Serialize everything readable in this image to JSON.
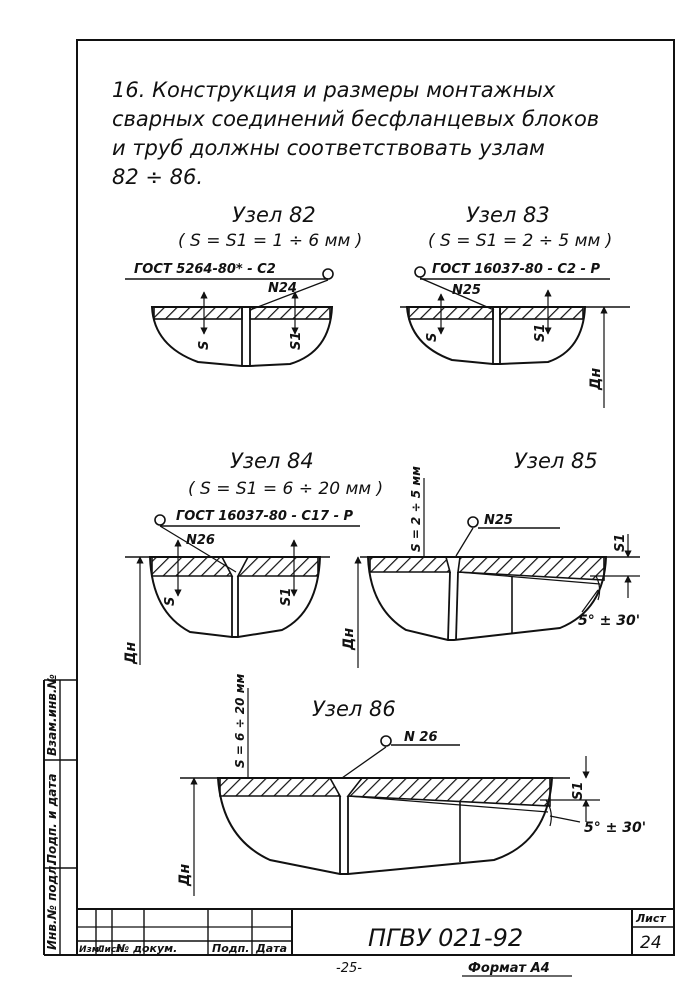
{
  "paragraph": {
    "lines": [
      "16. Конструкция и размеры монтажных",
      "сварных соединений бесфланцевых блоков",
      "и труб  должны соответствовать узлам",
      "82 ÷ 86."
    ]
  },
  "nodes": {
    "n82": {
      "title": "Узел 82",
      "params": "( S = S1 = 1 ÷ 6 мм )",
      "gost": "ГОСТ 5264-80* - С2",
      "weld": "N24",
      "dim_s": "S",
      "dim_s1": "S1"
    },
    "n83": {
      "title": "Узел 83",
      "params": "( S = S1 = 2 ÷ 5 мм )",
      "gost": "ГОСТ 16037-80 - С2 - Р",
      "weld": "N25",
      "dim_s": "S",
      "dim_s1": "S1",
      "dim_dn": "Дн"
    },
    "n84": {
      "title": "Узел 84",
      "params": "( S = S1 = 6 ÷ 20 мм )",
      "gost": "ГОСТ 16037-80 - С17 - Р",
      "weld": "N26",
      "dim_s": "S",
      "dim_s1": "S1",
      "dim_dn": "Дн"
    },
    "n85": {
      "title": "Узел 85",
      "weld": "N25",
      "dim_s": "S = 2 ÷ 5 мм",
      "dim_s1": "S1",
      "angle": "5° ± 30'",
      "dim_dn": "Дн"
    },
    "n86": {
      "title": "Узел 86",
      "weld": "N 26",
      "dim_s": "S = 6 ÷ 20 мм",
      "dim_s1": "S1",
      "angle": "5° ± 30'",
      "dim_dn": "Дн"
    }
  },
  "side_stamp": {
    "cell1": "Взам.инв.№",
    "cell2": "Подп. и дата",
    "cell3": "Инв.№ подл."
  },
  "title_block": {
    "designation": "ПГВУ 021-92",
    "sheet_label": "Лист",
    "sheet_number": "24",
    "col_izm": "Изм.",
    "col_list": "Лист",
    "col_doc": "№ докум.",
    "col_sign": "Подп.",
    "col_date": "Дата"
  },
  "footer": {
    "page_number": "-25-",
    "format": "Формат А4"
  }
}
